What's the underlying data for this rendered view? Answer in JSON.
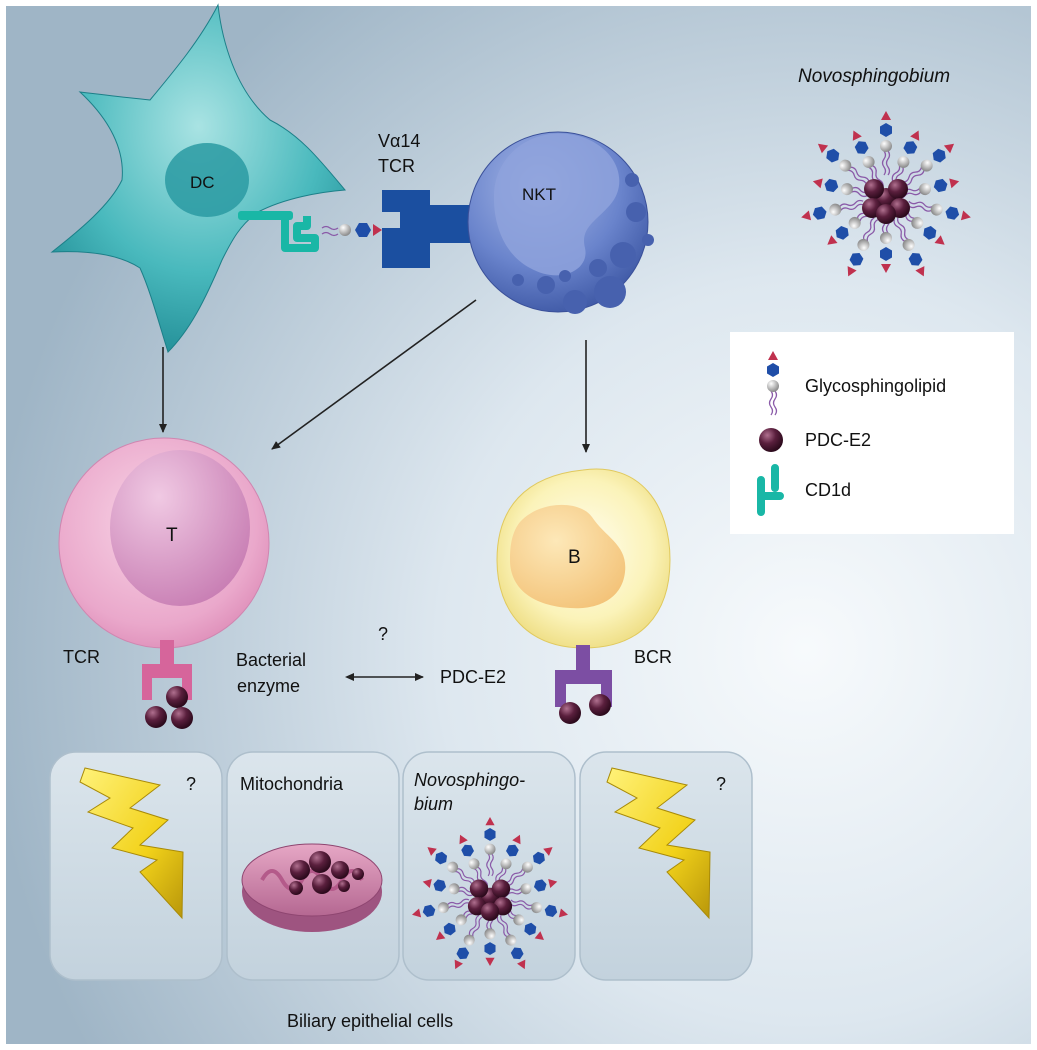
{
  "cells": {
    "dc": "DC",
    "nkt": "NKT",
    "t": "T",
    "b": "B"
  },
  "receptors": {
    "va14_line1": "Vα14",
    "va14_line2": "TCR",
    "tcr": "TCR",
    "bcr": "BCR"
  },
  "center": {
    "question": "?",
    "bacterial_line1": "Bacterial",
    "bacterial_line2": "enzyme",
    "pdc": "PDC-E2"
  },
  "top_right": {
    "title": "Novosphingobium"
  },
  "legend": {
    "items": [
      {
        "label": "Glycosphingolipid",
        "icon": "glycosphingolipid-icon"
      },
      {
        "label": "PDC-E2",
        "icon": "pdc-e2-sphere-icon"
      },
      {
        "label": "CD1d",
        "icon": "cd1d-icon"
      }
    ]
  },
  "epithelium": {
    "panel1_q": "?",
    "mito": "Mitochondria",
    "novo_line1": "Novosphingo-",
    "novo_line2": "bium",
    "panel4_q": "?",
    "caption": "Biliary epithelial cells"
  },
  "colors": {
    "dc": "#3fb3b8",
    "nkt": "#5b78c2",
    "t_cell": "#e7a4c8",
    "b_cell": "#f3e88e",
    "pdc_sphere": "#5a1f3d",
    "cd1d": "#19b7a6",
    "tcr_nkt": "#1b4fa0",
    "tcr_t": "#d6659b",
    "bcr": "#7c4ea3",
    "bolt": "#f2d21a"
  }
}
